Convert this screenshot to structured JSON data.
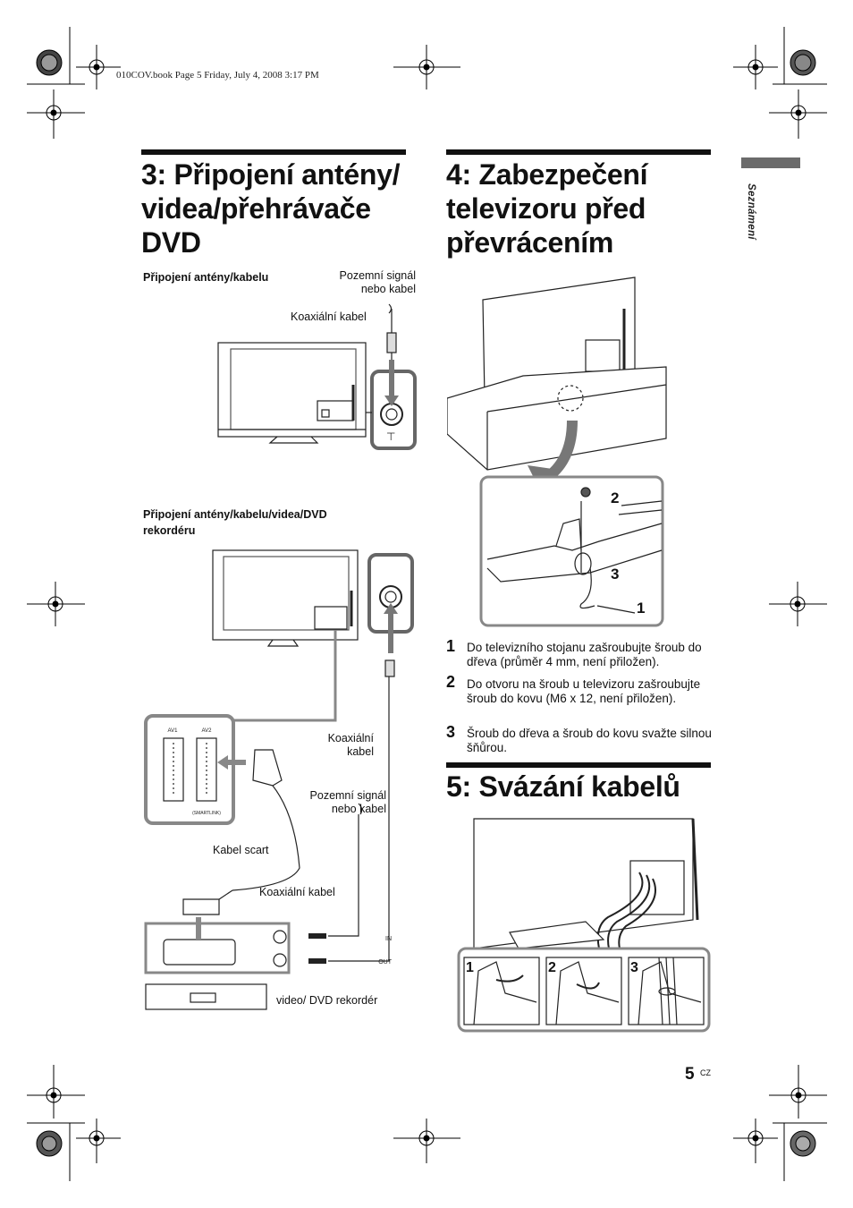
{
  "header": {
    "book_line": "010COV.book  Page 5  Friday, July 4, 2008  3:17 PM"
  },
  "sidebar": {
    "section_label": "Seznámení"
  },
  "section3": {
    "title": "3: Připojení antény/\nvidea/přehrávače\nDVD",
    "subhead1": "Připojení antény/kabelu",
    "signal1": "Pozemní signál\nnebo kabel",
    "coax1": "Koaxiální kabel",
    "subhead2": "Připojení antény/kabelu/videa/DVD\nrekordéru",
    "coax2": "Koaxiální\nkabel",
    "signal2": "Pozemní signál\nnebo kabel",
    "scart": "Kabel scart",
    "coax3": "Koaxiální kabel",
    "recorder": "video/ DVD rekordér",
    "port_in": "IN",
    "port_out": "OUT",
    "av1": "AV1",
    "av2": "AV2",
    "smartlink": "(SMARTLINK)"
  },
  "section4": {
    "title": "4: Zabezpečení\ntelevizoru před\npřevrácením",
    "callouts": [
      "2",
      "3",
      "1"
    ],
    "steps": [
      {
        "num": "1",
        "text": "Do televizního stojanu zašroubujte šroub do dřeva (průměr 4 mm, není přiložen)."
      },
      {
        "num": "2",
        "text": "Do otvoru na šroub u televizoru zašroubujte šroub do kovu (M6 x 12, není přiložen)."
      },
      {
        "num": "3",
        "text": "Šroub do dřeva a šroub do kovu svažte silnou šňůrou."
      }
    ]
  },
  "section5": {
    "title": "5: Svázání kabelů",
    "panels": [
      "1",
      "2",
      "3"
    ]
  },
  "footer": {
    "page": "5",
    "lang": "CZ"
  }
}
